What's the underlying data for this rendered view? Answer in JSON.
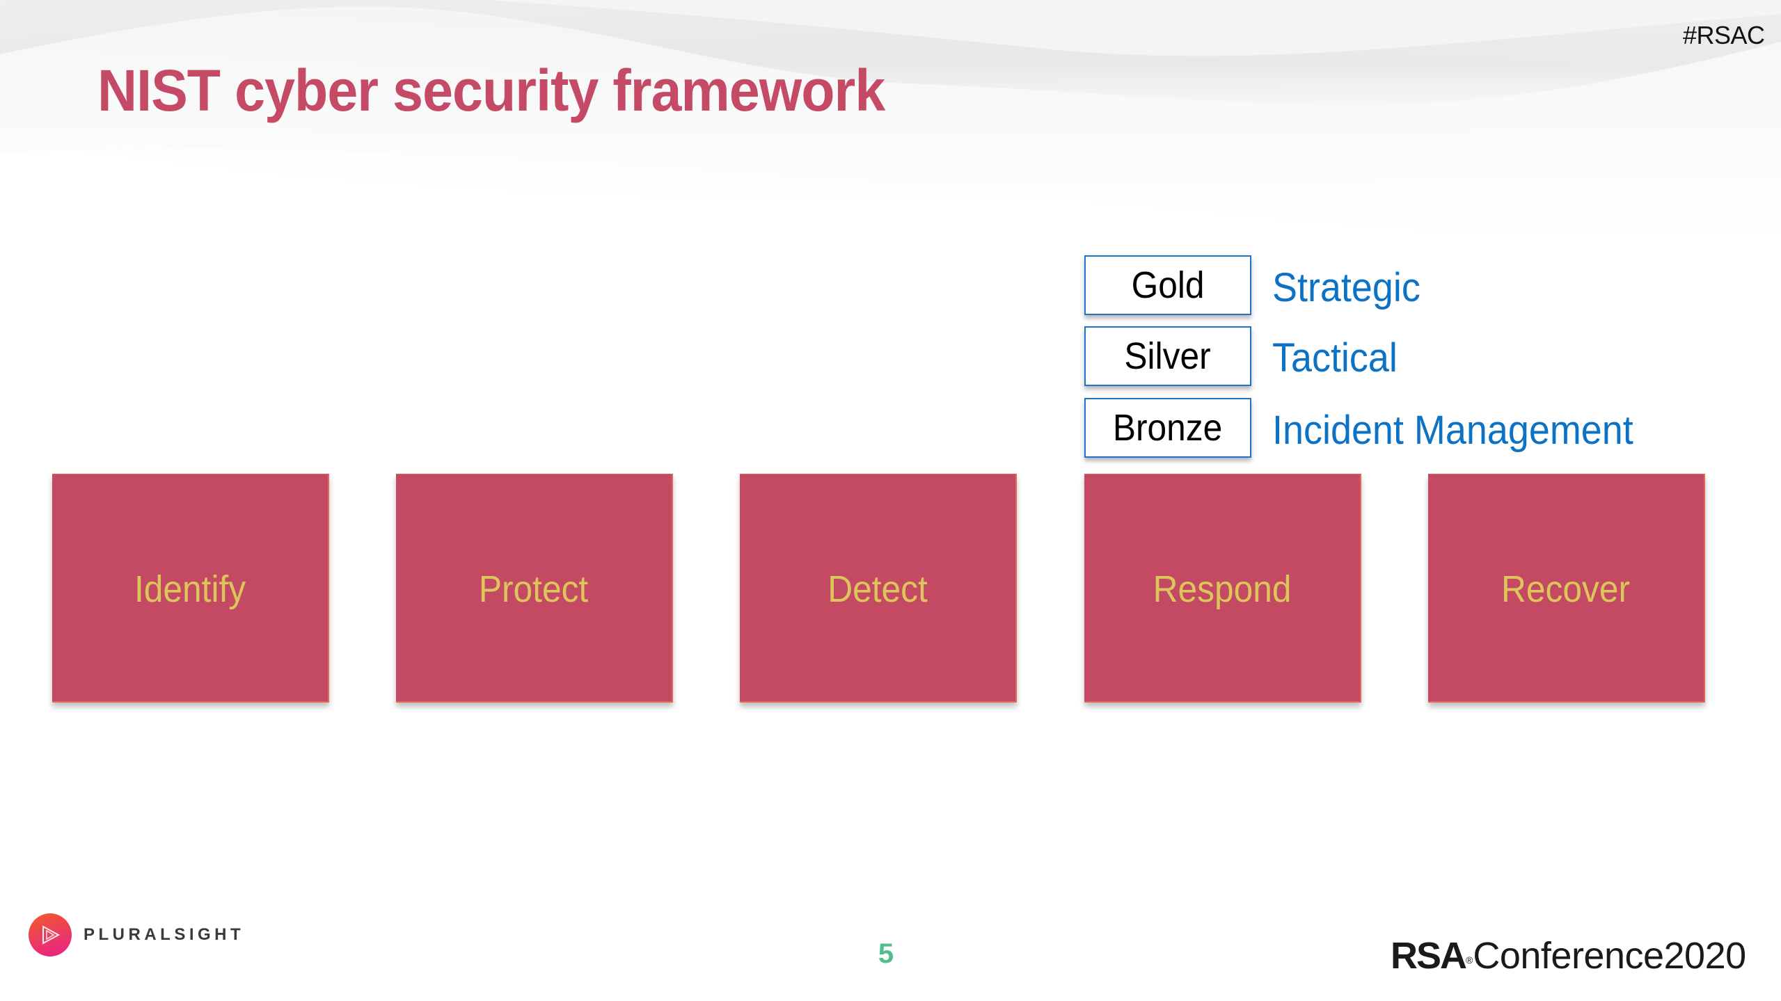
{
  "slide": {
    "hashtag": "#RSAC",
    "title": "NIST cyber security framework",
    "colors": {
      "title": "#c44a66",
      "function_box_fill": "#c44a63",
      "function_box_text": "#dcc55a",
      "level_box_border": "#1f74c8",
      "level_description": "#0b72c6",
      "page_number": "#4fc08d"
    }
  },
  "levels": [
    {
      "label": "Gold",
      "description": "Strategic"
    },
    {
      "label": "Silver",
      "description": "Tactical"
    },
    {
      "label": "Bronze",
      "description": "Incident Management"
    }
  ],
  "functions": [
    {
      "label": "Identify"
    },
    {
      "label": "Protect"
    },
    {
      "label": "Detect"
    },
    {
      "label": "Respond"
    },
    {
      "label": "Recover"
    }
  ],
  "footer": {
    "left_logo": {
      "icon": "pluralsight-play-icon",
      "text": "PLURALSIGHT"
    },
    "page_number": "5",
    "right_logo": {
      "brand": "RSA",
      "registered": "®",
      "text": "Conference2020"
    }
  }
}
